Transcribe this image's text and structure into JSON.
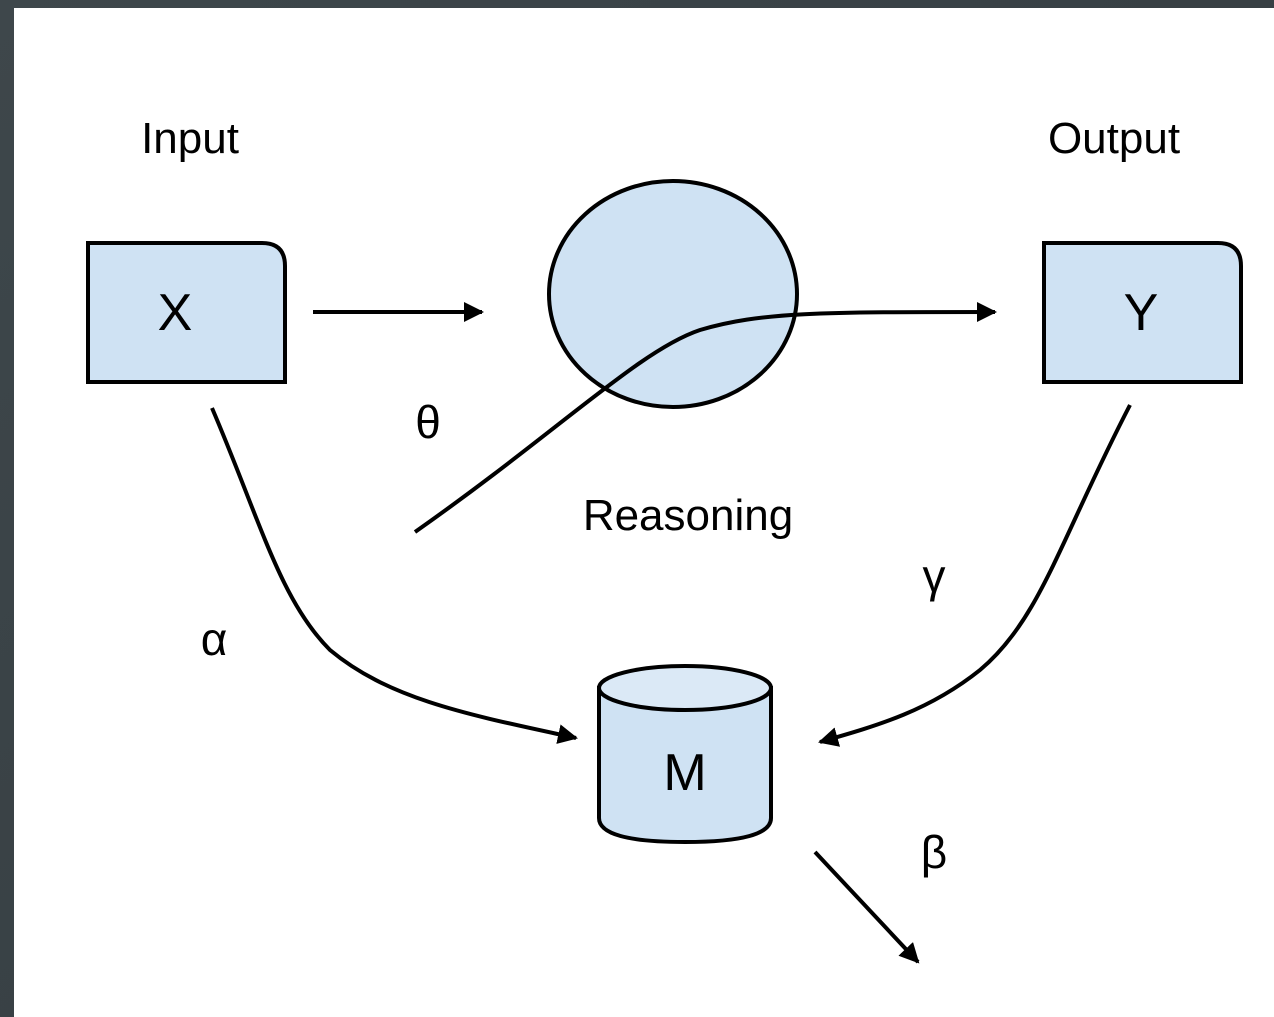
{
  "diagram": {
    "labels": {
      "input": "Input",
      "output": "Output",
      "reasoning": "Reasoning"
    },
    "nodes": {
      "x": "X",
      "y": "Y",
      "m": "M"
    },
    "edge_labels": {
      "theta": "θ",
      "alpha": "α",
      "gamma": "γ",
      "beta": "β"
    },
    "colors": {
      "node_fill": "#cfe2f3",
      "node_stroke": "#000000",
      "background": "#ffffff",
      "frame": "#3c4448"
    }
  }
}
